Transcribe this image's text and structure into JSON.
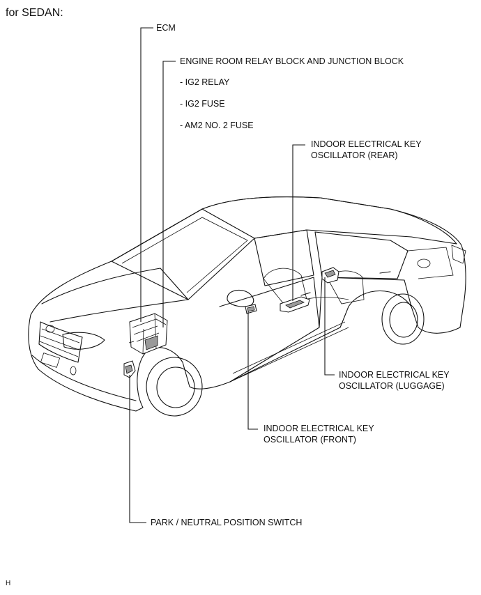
{
  "heading": "for SEDAN:",
  "footer_code": "H",
  "labels": {
    "ecm": "ECM",
    "relay_block": "ENGINE ROOM RELAY BLOCK AND JUNCTION BLOCK",
    "ig2_relay": "- IG2 RELAY",
    "ig2_fuse": "- IG2 FUSE",
    "am2_fuse": "- AM2 NO. 2 FUSE",
    "osc_rear_1": "INDOOR ELECTRICAL KEY",
    "osc_rear_2": "OSCILLATOR (REAR)",
    "osc_luggage_1": "INDOOR ELECTRICAL KEY",
    "osc_luggage_2": "OSCILLATOR (LUGGAGE)",
    "osc_front_1": "INDOOR ELECTRICAL KEY",
    "osc_front_2": "OSCILLATOR (FRONT)",
    "pn_switch": "PARK / NEUTRAL POSITION SWITCH"
  }
}
